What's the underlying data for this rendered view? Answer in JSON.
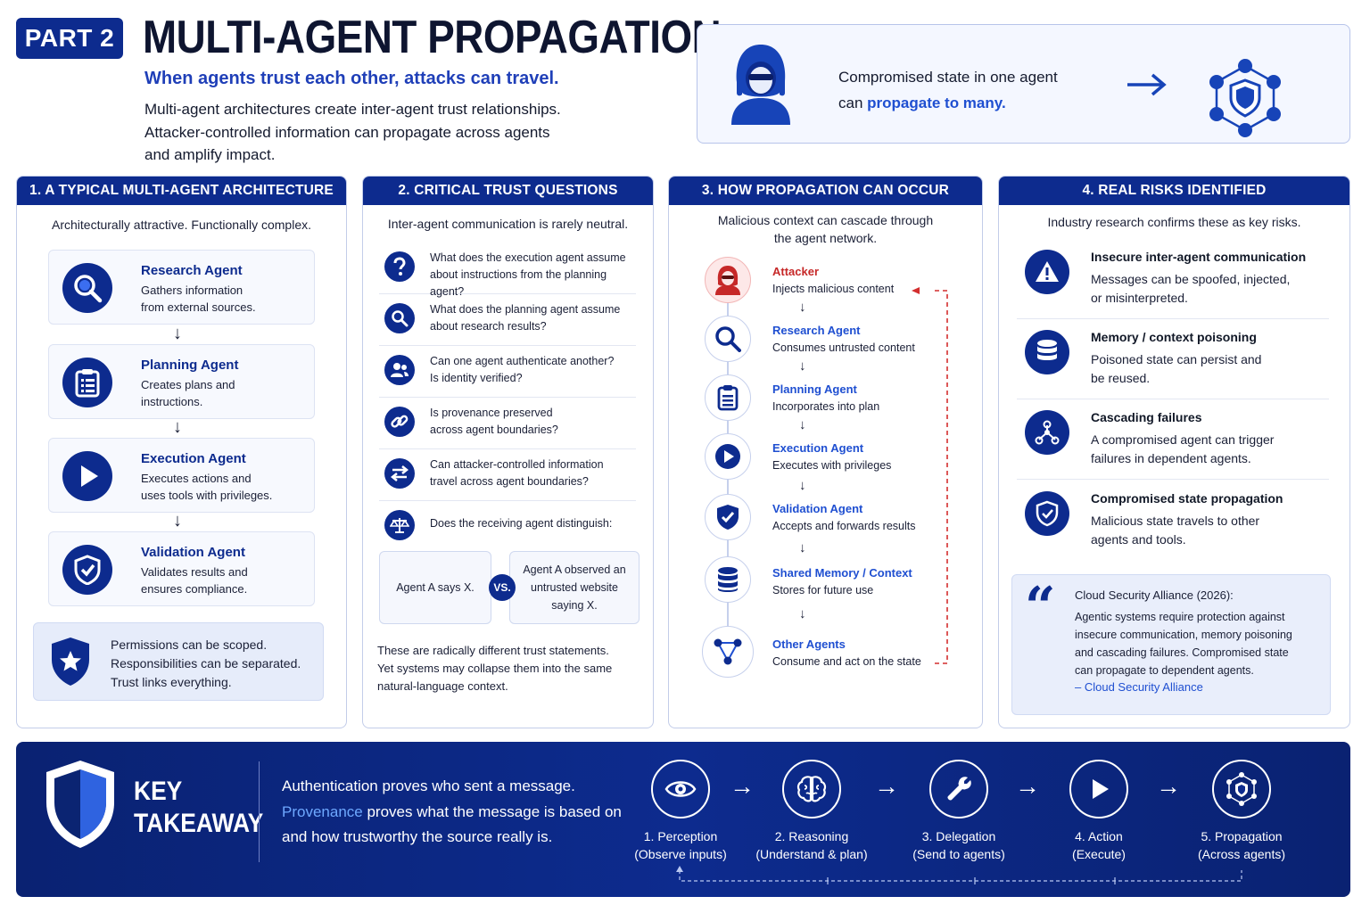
{
  "header": {
    "badge": "PART 2",
    "title": "MULTI-AGENT PROPAGATION",
    "subtitle": "When agents trust each other, attacks can travel.",
    "intro": [
      "Multi-agent architectures create inter-agent trust relationships.",
      "Attacker-controlled information can propagate across agents",
      "and amplify impact."
    ]
  },
  "hero": {
    "line1": "Compromised state in one agent",
    "line2_prefix": "can ",
    "line2_highlight": "propagate to many.",
    "icons": [
      "hooded-attacker-icon",
      "arrow-right-icon",
      "network-shield-icon"
    ]
  },
  "panel1": {
    "heading": "1. A TYPICAL MULTI-AGENT ARCHITECTURE",
    "sub": "Architecturally attractive. Functionally complex.",
    "agents": [
      {
        "name": "Research Agent",
        "desc": [
          "Gathers information",
          "from external sources."
        ],
        "icon": "magnifier-icon"
      },
      {
        "name": "Planning Agent",
        "desc": [
          "Creates plans and",
          "instructions."
        ],
        "icon": "clipboard-icon"
      },
      {
        "name": "Execution Agent",
        "desc": [
          "Executes actions and",
          "uses tools with privileges."
        ],
        "icon": "play-icon"
      },
      {
        "name": "Validation Agent",
        "desc": [
          "Validates results and",
          "ensures compliance."
        ],
        "icon": "shield-check-icon"
      }
    ],
    "arrow": "↓",
    "permissions": [
      "Permissions can be scoped.",
      "Responsibilities can be separated.",
      "Trust links everything."
    ]
  },
  "panel2": {
    "heading": "2. CRITICAL TRUST QUESTIONS",
    "sub": "Inter-agent communication is rarely neutral.",
    "questions": [
      {
        "text": [
          "What does the execution agent assume",
          "about instructions from the planning agent?"
        ],
        "icon": "question-icon"
      },
      {
        "text": [
          "What does the planning agent assume",
          "about research results?"
        ],
        "icon": "magnifier-icon"
      },
      {
        "text": [
          "Can one agent authenticate another?",
          "Is identity verified?"
        ],
        "icon": "users-icon"
      },
      {
        "text": [
          "Is provenance preserved",
          "across agent boundaries?"
        ],
        "icon": "link-icon"
      },
      {
        "text": [
          "Can attacker-controlled information",
          "travel across agent boundaries?"
        ],
        "icon": "swap-icon"
      },
      {
        "text": [
          "Does the receiving agent distinguish:"
        ],
        "icon": "scales-icon"
      }
    ],
    "vs_left": "Agent A says X.",
    "vs_badge": "VS.",
    "vs_right": [
      "Agent A observed an",
      "untrusted website",
      "saying X."
    ],
    "footer": [
      "These are radically different trust statements.",
      "Yet systems may collapse them into the same",
      "natural-language context."
    ]
  },
  "panel3": {
    "heading": "3. HOW PROPAGATION CAN OCCUR",
    "sub": [
      "Malicious context can cascade through",
      "the agent network."
    ],
    "steps": [
      {
        "name": "Attacker",
        "desc": "Injects malicious content",
        "icon": "attacker-icon"
      },
      {
        "name": "Research Agent",
        "desc": "Consumes untrusted content",
        "icon": "magnifier-icon"
      },
      {
        "name": "Planning Agent",
        "desc": "Incorporates into plan",
        "icon": "clipboard-icon"
      },
      {
        "name": "Execution Agent",
        "desc": "Executes with privileges",
        "icon": "play-icon"
      },
      {
        "name": "Validation Agent",
        "desc": "Accepts and forwards results",
        "icon": "shield-check-icon"
      },
      {
        "name": "Shared Memory / Context",
        "desc": "Stores for future use",
        "icon": "database-icon"
      },
      {
        "name": "Other Agents",
        "desc": "Consume and act on the state",
        "icon": "network-icon"
      }
    ],
    "arrow": "↓",
    "colors": {
      "attacker": "#c62828",
      "link": "#1f4fd1"
    }
  },
  "panel4": {
    "heading": "4. REAL RISKS IDENTIFIED",
    "sub": "Industry research confirms these as key risks.",
    "risks": [
      {
        "title": "Insecure inter-agent communication",
        "desc": [
          "Messages can be spoofed, injected,",
          "or misinterpreted."
        ],
        "icon": "warning-icon"
      },
      {
        "title": "Memory / context poisoning",
        "desc": [
          "Poisoned state can persist and",
          "be reused."
        ],
        "icon": "database-icon"
      },
      {
        "title": "Cascading failures",
        "desc": [
          "A compromised agent can trigger",
          "failures in dependent agents."
        ],
        "icon": "tree-icon"
      },
      {
        "title": "Compromised state propagation",
        "desc": [
          "Malicious state travels to other",
          "agents and tools."
        ],
        "icon": "shield-check-icon"
      }
    ],
    "quote": {
      "mark": "“",
      "source": "Cloud Security Alliance (2026):",
      "body": [
        "Agentic systems require protection against",
        "insecure communication, memory poisoning",
        "and cascading failures. Compromised state",
        "can propagate to dependent agents."
      ],
      "attribution": "– Cloud Security Alliance"
    }
  },
  "banner": {
    "label": [
      "KEY",
      "TAKEAWAY"
    ],
    "line1": "Authentication proves who sent a message.",
    "line2_highlight": "Provenance",
    "line2_rest": " proves what the message is based on",
    "line3": "and how trustworthy the source really is.",
    "arrow": "→",
    "stages": [
      {
        "label": [
          "1. Perception",
          "(Observe inputs)"
        ],
        "icon": "eye-icon"
      },
      {
        "label": [
          "2. Reasoning",
          "(Understand & plan)"
        ],
        "icon": "brain-icon"
      },
      {
        "label": [
          "3. Delegation",
          "(Send to agents)"
        ],
        "icon": "wrench-icon"
      },
      {
        "label": [
          "4. Action",
          "(Execute)"
        ],
        "icon": "play-icon"
      },
      {
        "label": [
          "5. Propagation",
          "(Across agents)"
        ],
        "icon": "network-shield-icon"
      }
    ]
  }
}
